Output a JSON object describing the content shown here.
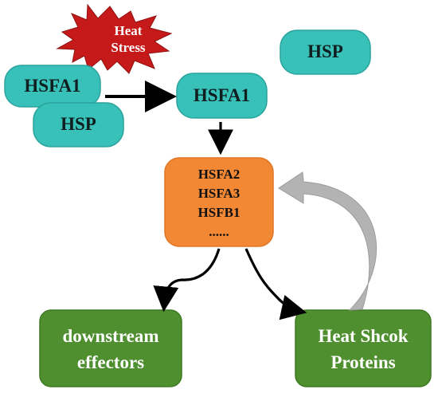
{
  "stress": {
    "label": "Heat\nStress",
    "fill": "#c61a1a"
  },
  "nodes": {
    "hsfa1_bound": {
      "label": "HSFA1"
    },
    "hsp_bound": {
      "label": "HSP"
    },
    "hsfa1_free": {
      "label": "HSFA1"
    },
    "hsp_free": {
      "label": "HSP"
    },
    "targets": {
      "label": "HSFA2\nHSFA3\nHSFB1\n......"
    },
    "downstream": {
      "label": "downstream\neffectors"
    },
    "heat_shock_proteins": {
      "label": "Heat Shcok\nProteins"
    }
  },
  "colors": {
    "teal": "#37c1b9",
    "teal_stroke": "#2aa39c",
    "orange": "#f28734",
    "orange_stroke": "#e07524",
    "green": "#4f8f2f",
    "green_stroke": "#3d7a22",
    "arrow": "#000000",
    "feedback_arrow": "#b3b3b3"
  }
}
